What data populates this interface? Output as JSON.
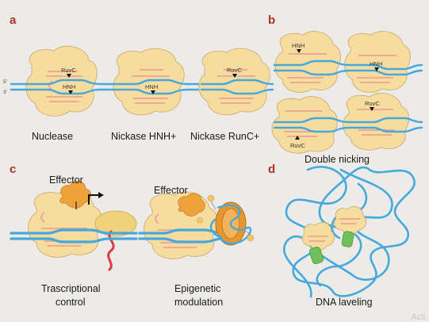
{
  "panels": {
    "a": {
      "letter": "a",
      "labels": [
        "Nuclease",
        "Nickase HNH+",
        "Nickase RunC+"
      ],
      "strand_top": "5'",
      "strand_bottom": "3'",
      "tags": {
        "ruvc1": "RuvC",
        "hnh1": "HNH",
        "hnh2": "HNH",
        "ruvc3": "RuvC"
      }
    },
    "b": {
      "letter": "b",
      "label": "Double nicking",
      "tags": {
        "hnh_top_left": "HNH",
        "hnh_top_right": "HNH",
        "ruvc_bottom_right": "RuvC",
        "ruvc_bottom_left": "RuvC"
      }
    },
    "c": {
      "letter": "c",
      "effector_left": "Effector",
      "effector_right": "Effector",
      "label_left_line1": "Trascriptional",
      "label_left_line2": "control",
      "label_right_line1": "Epigenetic",
      "label_right_line2": "modulation"
    },
    "d": {
      "letter": "d",
      "label": "DNA laveling"
    }
  },
  "watermark": "Acti",
  "colors": {
    "background": "#ecebe7",
    "panel_letter": "#b0302b",
    "cas9_protein": "#f6dc9e",
    "dna": "#45a9dd",
    "guide_rna": "#e58f8f",
    "effector": "#f0a23a",
    "fluorescent_tag": "#6fbf5b",
    "histone": "#e8962e"
  }
}
